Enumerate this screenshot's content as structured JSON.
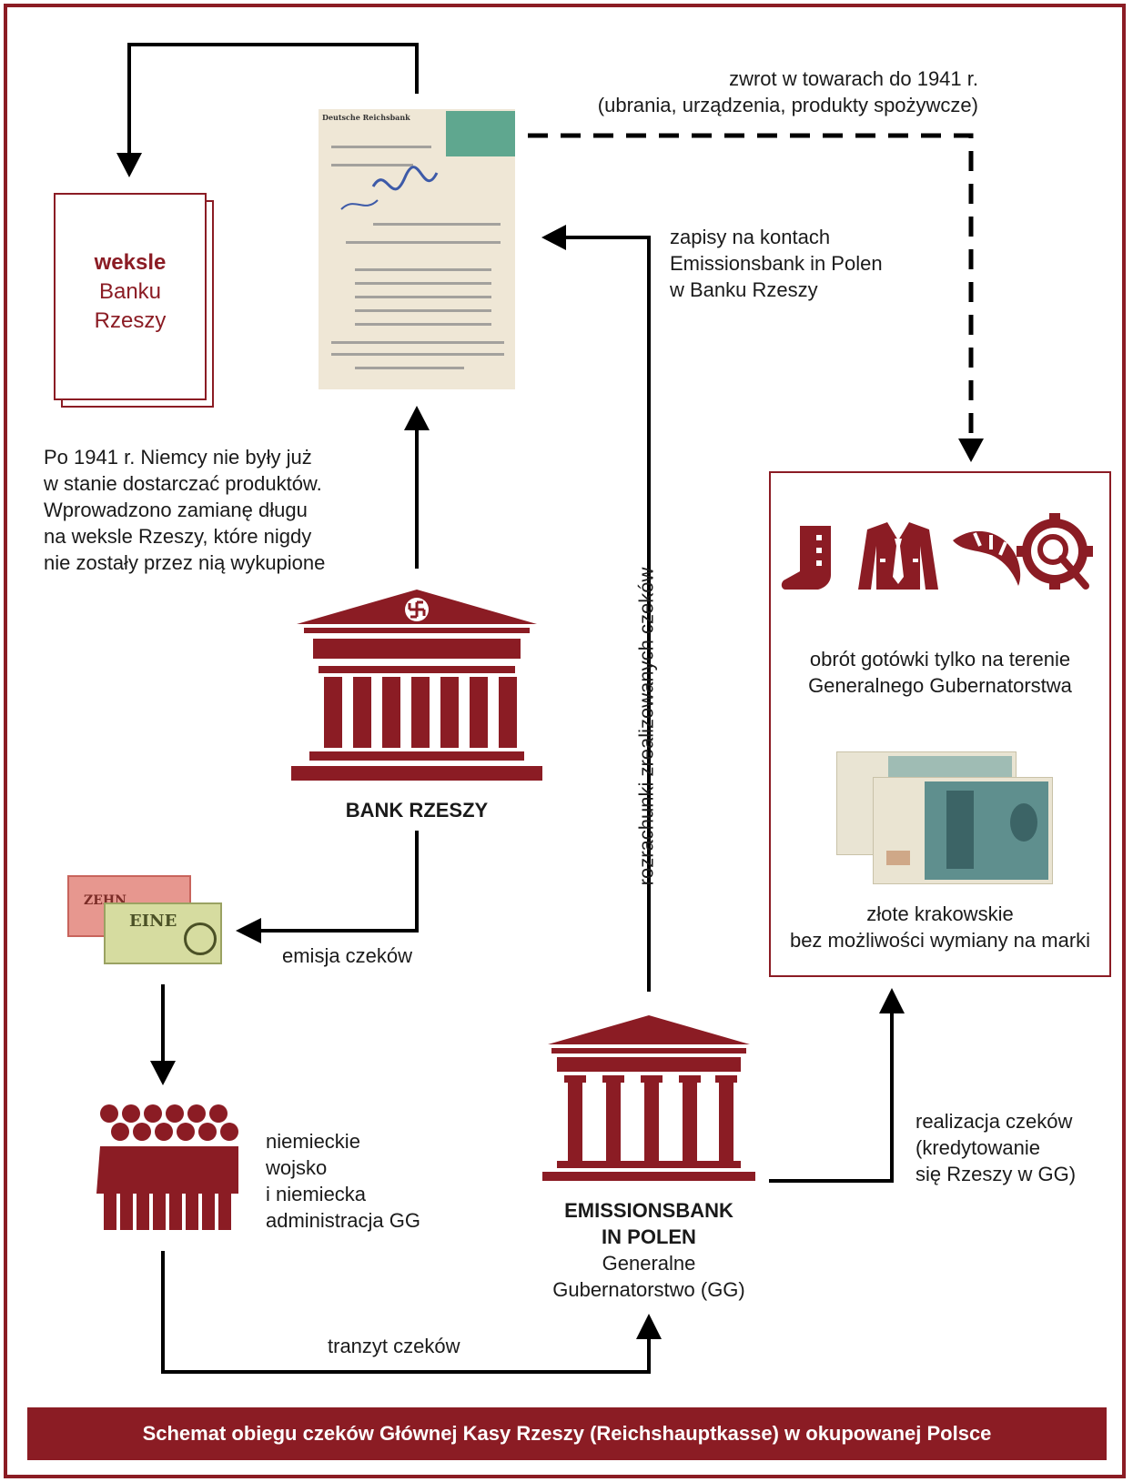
{
  "colors": {
    "accent": "#8b1c24",
    "arrow": "#000000",
    "document_paper": "#efe7d6",
    "stamp": "#5fa78f"
  },
  "weksle": {
    "title": "weksle",
    "line2": "Banku",
    "line3": "Rzeszy"
  },
  "labels": {
    "zwrot_line1": "zwrot w towarach do 1941 r.",
    "zwrot_line2": "(ubrania, urządzenia, produkty spożywcze)",
    "zapisy_line1": "zapisy na kontach",
    "zapisy_line2": "Emissionsbank in Polen",
    "zapisy_line3": "w Banku Rzeszy",
    "po1941": [
      "Po 1941 r. Niemcy nie były już",
      "w stanie dostarczać produktów.",
      "Wprowadzono zamianę długu",
      "na weksle Rzeszy, które nigdy",
      "nie zostały przez nią wykupione"
    ],
    "rozrachunki": "rozrachunki zrealizowanych czeków",
    "bank_rzeszy": "BANK RZESZY",
    "emisja": "emisja czeków",
    "niemieckie": [
      "niemieckie",
      "wojsko",
      "i niemiecka",
      "administracja GG"
    ],
    "emissionsbank_line1": "EMISSIONSBANK",
    "emissionsbank_line2": "IN POLEN",
    "gg_line1": "Generalne",
    "gg_line2": "Gubernatorstwo (GG)",
    "realizacja": [
      "realizacja czeków",
      "(kredytowanie",
      "się Rzeszy w GG)"
    ],
    "tranzyt": "tranzyt czeków",
    "obrot_line1": "obrót gotówki tylko na terenie",
    "obrot_line2": "Generalnego Gubernatorstwa",
    "zlote_line1": "złote krakowskie",
    "zlote_line2": "bez możliwości wymiany na marki"
  },
  "document": {
    "header": "Deutsche Reichsbank"
  },
  "cheques": {
    "front_text": "EINE",
    "back_text": "ZEHN"
  },
  "footer": {
    "caption": "Schemat obiegu czeków Głównej Kasy Rzeszy (Reichshauptkasse) w okupowanej Polsce"
  },
  "icons": [
    "bank-rzeszy-icon",
    "emissionsbank-icon",
    "boot-icon",
    "suit-icon",
    "croissant-icon",
    "gear-magnifier-icon",
    "crowd-icon",
    "banknotes-image",
    "cheques-image",
    "document-image"
  ]
}
